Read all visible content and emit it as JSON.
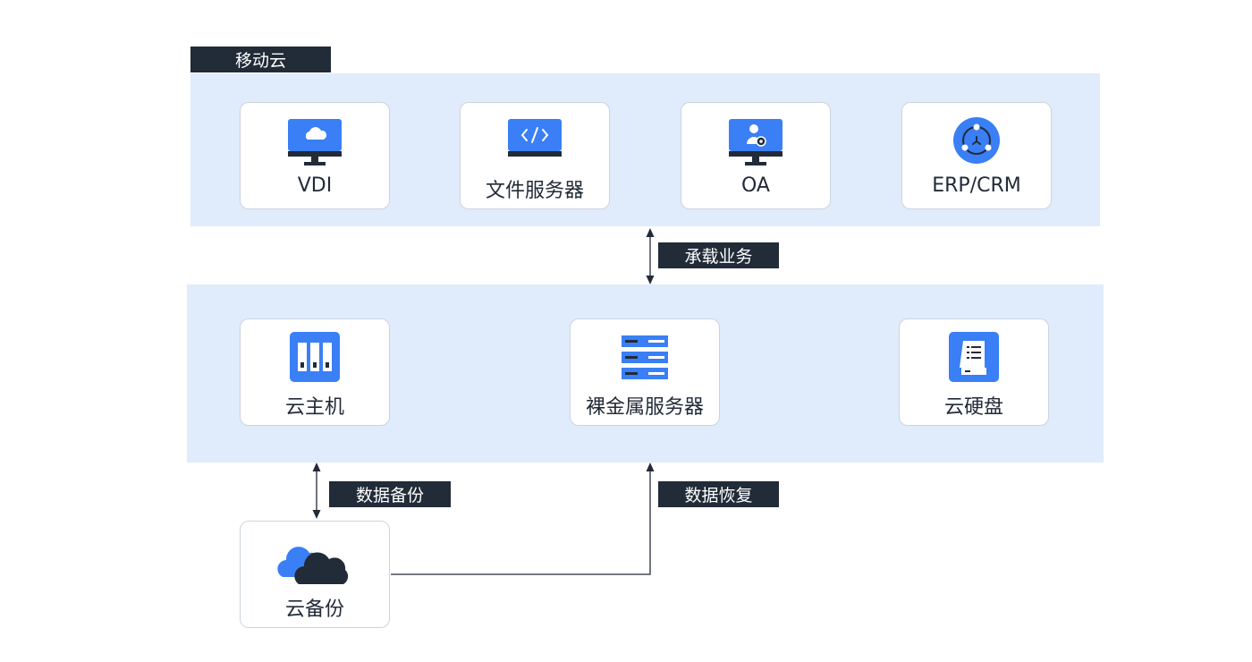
{
  "top_section": {
    "title": "移动云",
    "cards": [
      {
        "label": "VDI",
        "icon": "monitor-cloud-icon"
      },
      {
        "label": "文件服务器",
        "icon": "monitor-code-icon"
      },
      {
        "label": "OA",
        "icon": "monitor-user-icon"
      },
      {
        "label": "ERP/CRM",
        "icon": "connected-circle-icon"
      }
    ]
  },
  "connector_top": {
    "label": "承载业务"
  },
  "middle_section": {
    "cards": [
      {
        "label": "云主机",
        "icon": "cloud-host-icon"
      },
      {
        "label": "裸金属服务器",
        "icon": "server-rack-icon"
      },
      {
        "label": "云硬盘",
        "icon": "cloud-disk-icon"
      }
    ]
  },
  "connector_backup": {
    "label": "数据备份"
  },
  "connector_restore": {
    "label": "数据恢复"
  },
  "bottom_card": {
    "label": "云备份",
    "icon": "cloud-backup-icon"
  },
  "colors": {
    "band": "#e0ebfb",
    "tag": "#222b38",
    "accent": "#3a7ff5",
    "dark": "#222b38"
  }
}
